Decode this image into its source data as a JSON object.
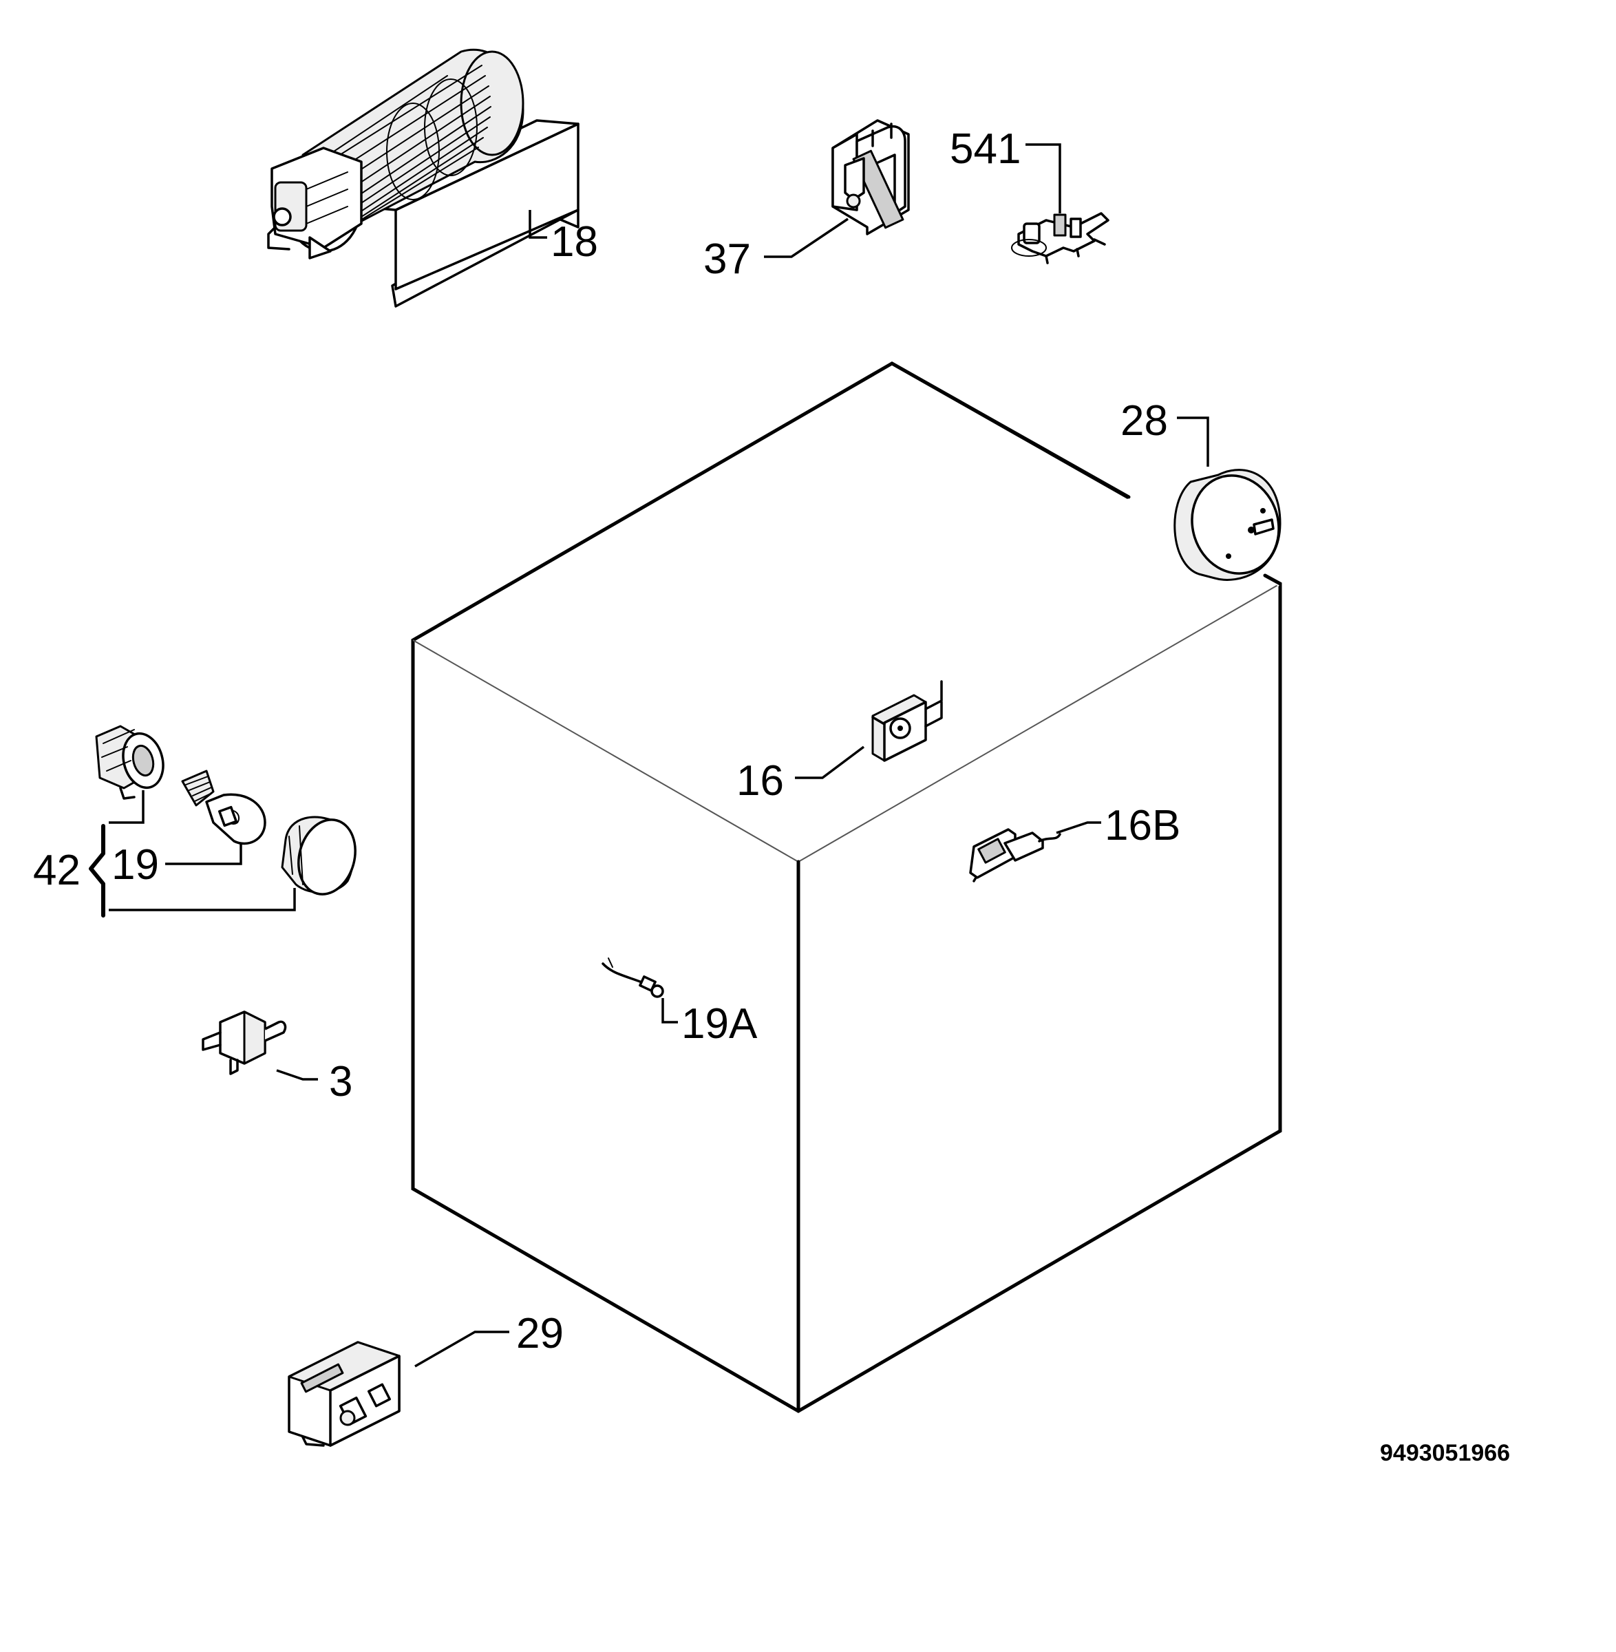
{
  "callouts": {
    "c18": "18",
    "c37": "37",
    "c541": "541",
    "c28": "28",
    "c16": "16",
    "c16B": "16B",
    "c42": "42",
    "c19": "19",
    "c19A": "19A",
    "c3": "3",
    "c29": "29"
  },
  "document_number": "9493051966"
}
